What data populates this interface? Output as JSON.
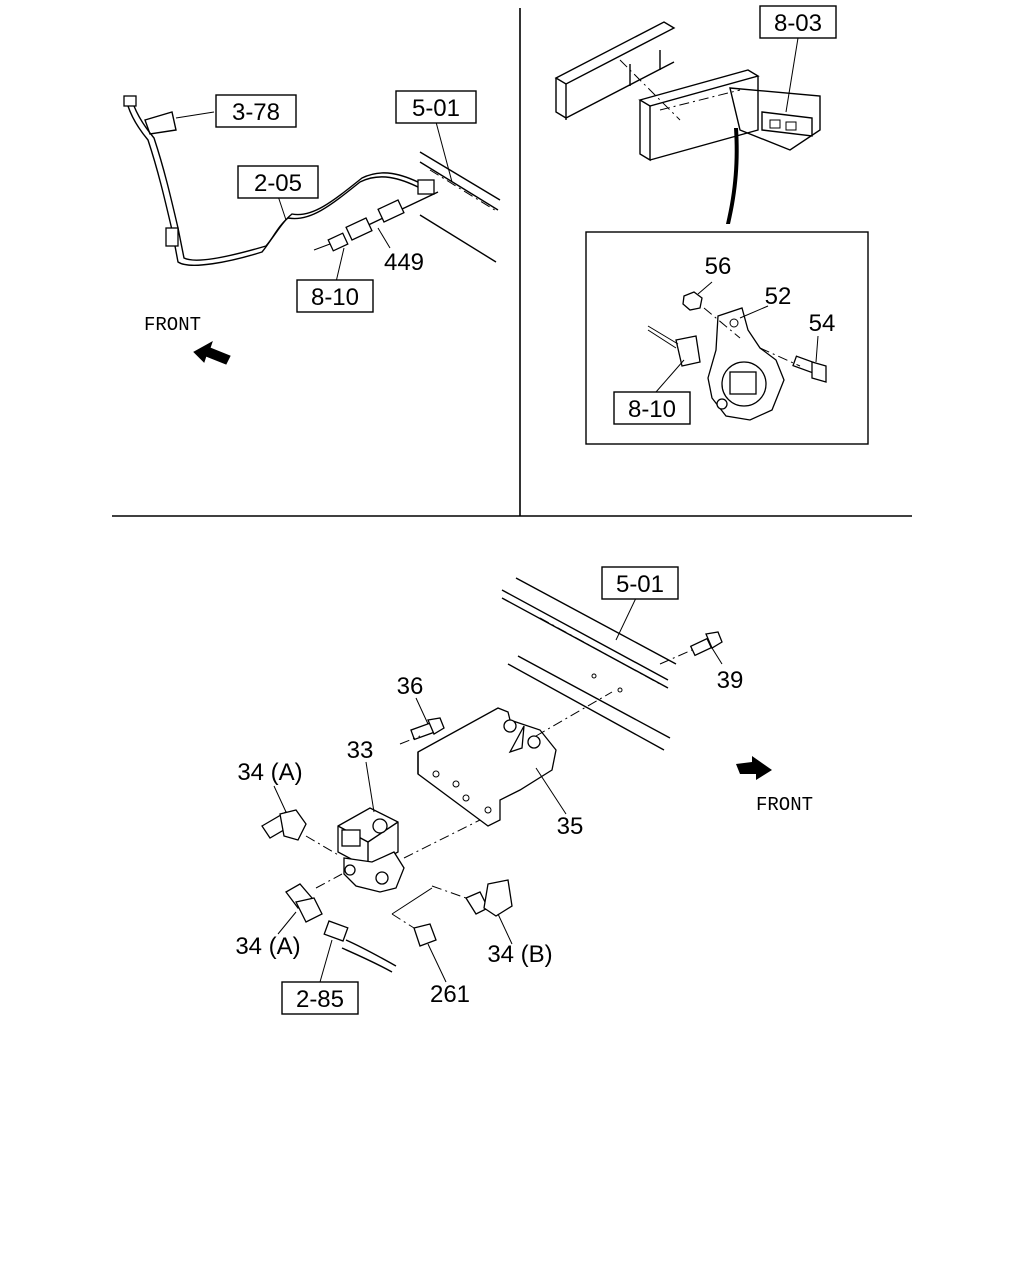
{
  "top_left": {
    "refs": {
      "r378": "3-78",
      "r205": "2-05",
      "r501": "5-01",
      "r810": "8-10"
    },
    "parts": {
      "p449": "449"
    },
    "front_label": "FRONT"
  },
  "top_right": {
    "refs": {
      "r803": "8-03",
      "r810": "8-10"
    },
    "parts": {
      "p56": "56",
      "p52": "52",
      "p54": "54"
    }
  },
  "bottom": {
    "refs": {
      "r501": "5-01",
      "r285": "2-85"
    },
    "parts": {
      "p39": "39",
      "p36": "36",
      "p33": "33",
      "p34a_top": "34 (A)",
      "p35": "35",
      "p34a_bottom": "34 (A)",
      "p34b": "34 (B)",
      "p261": "261"
    },
    "front_label": "FRONT"
  },
  "icons": [
    "front-arrow-icon",
    "front-arrow-icon"
  ]
}
